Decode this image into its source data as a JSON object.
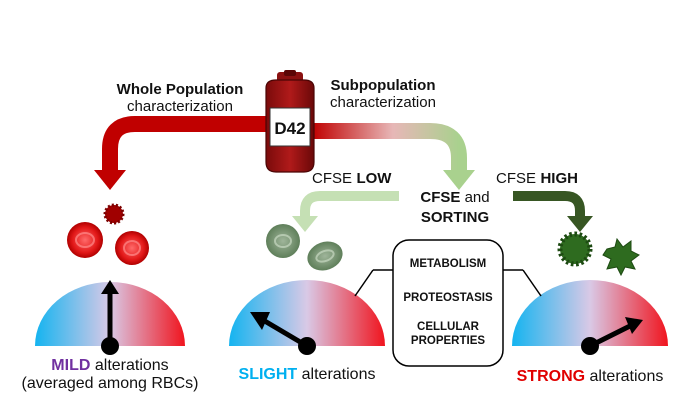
{
  "blood_bag": {
    "label": "D42"
  },
  "whole_population": {
    "title": "Whole Population",
    "subtitle": "characterization"
  },
  "subpopulation": {
    "title": "Subpopulation",
    "subtitle": "characterization"
  },
  "cfse_low": {
    "prefix": "CFSE",
    "emphasis": "LOW"
  },
  "cfse_high": {
    "prefix": "CFSE",
    "emphasis": "HIGH"
  },
  "cfse_sorting": {
    "line1_bold": "CFSE",
    "line1_rest": "and",
    "line2": "SORTING"
  },
  "analysis_box": {
    "items": [
      "METABOLISM",
      "PROTEOSTASIS",
      "CELLULAR PROPERTIES"
    ]
  },
  "outcomes": [
    {
      "emphasis": "MILD",
      "rest": "alterations",
      "line2": "(averaged among RBCs)",
      "color": "#7030a0"
    },
    {
      "emphasis": "SLIGHT",
      "rest": "alterations",
      "color": "#00b0f0"
    },
    {
      "emphasis": "STRONG",
      "rest": "alterations",
      "color": "#e00000"
    }
  ],
  "colors": {
    "red_arrow": "#c00000",
    "light_green": "#a9d18e",
    "dark_green": "#375623",
    "gauge_cold": "#00b0f0",
    "gauge_hot": "#ff0000"
  }
}
